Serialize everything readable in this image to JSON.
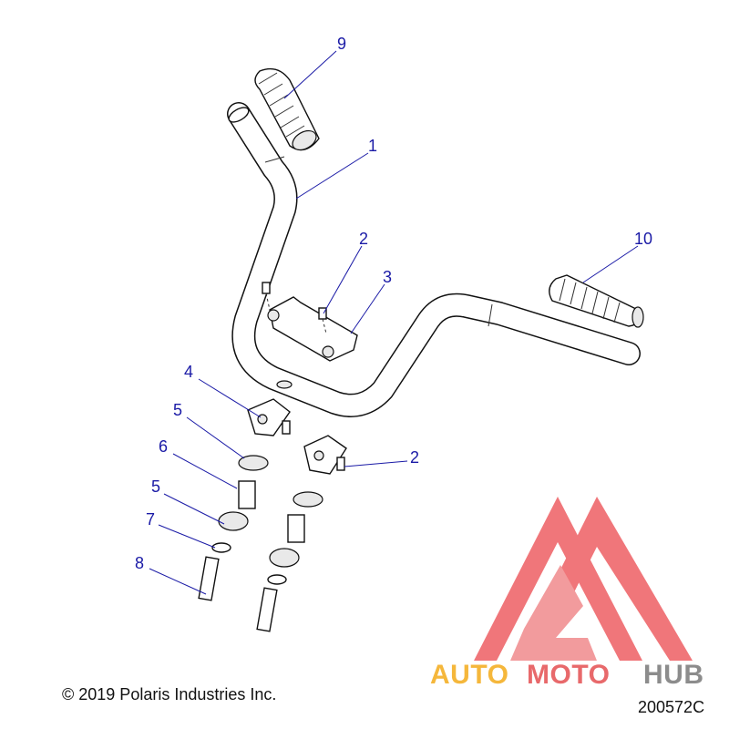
{
  "callouts": [
    {
      "number": "9"
    },
    {
      "number": "1"
    },
    {
      "number": "10"
    },
    {
      "number": "2"
    },
    {
      "number": "3"
    },
    {
      "number": "4"
    },
    {
      "number": "5"
    },
    {
      "number": "6"
    },
    {
      "number": "5"
    },
    {
      "number": "2"
    },
    {
      "number": "7"
    },
    {
      "number": "8"
    }
  ],
  "watermark": {
    "text_auto": "AUTO",
    "text_moto": "MOTO",
    "text_hub": "HUB",
    "colors": {
      "auto": "#f5b73b",
      "moto": "#e8696b",
      "hub": "#8c8c8c",
      "emblem": "#ee5f63"
    }
  },
  "footer": {
    "copyright": "© 2019 Polaris Industries Inc.",
    "drawing_number": "200572C"
  },
  "colors": {
    "callout": "#1a1aa6",
    "line": "#111111"
  }
}
